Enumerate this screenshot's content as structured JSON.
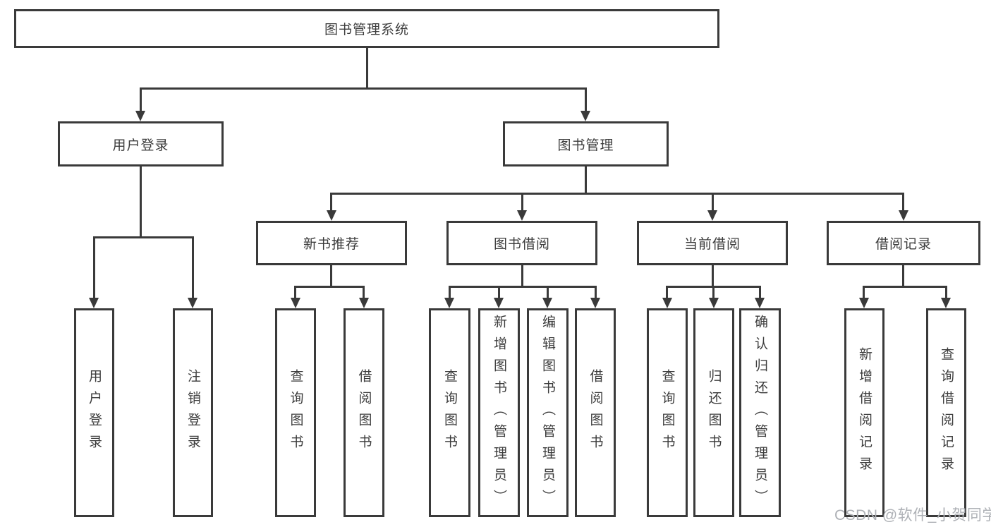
{
  "colors": {
    "line": "#3a3a3a",
    "text": "#3c3c3c",
    "watermark": "#aeb1b6",
    "background": "#ffffff"
  },
  "tree": {
    "root": {
      "label": "图书管理系统"
    },
    "branches": [
      {
        "label": "用户登录",
        "children": [
          {
            "label": "用户登录"
          },
          {
            "label": "注销登录"
          }
        ]
      },
      {
        "label": "图书管理",
        "children": [
          {
            "label": "新书推荐",
            "children": [
              {
                "label": "查询图书"
              },
              {
                "label": "借阅图书"
              }
            ]
          },
          {
            "label": "图书借阅",
            "children": [
              {
                "label": "查询图书"
              },
              {
                "label": "新增图书（管理员）"
              },
              {
                "label": "编辑图书（管理员）"
              },
              {
                "label": "借阅图书"
              }
            ]
          },
          {
            "label": "当前借阅",
            "children": [
              {
                "label": "查询图书"
              },
              {
                "label": "归还图书"
              },
              {
                "label": "确认归还（管理员）"
              }
            ]
          },
          {
            "label": "借阅记录",
            "children": [
              {
                "label": "新增借阅记录"
              },
              {
                "label": "查询借阅记录"
              }
            ]
          }
        ]
      }
    ]
  },
  "watermark": {
    "text": "CSDN @软件_小贺同学"
  }
}
